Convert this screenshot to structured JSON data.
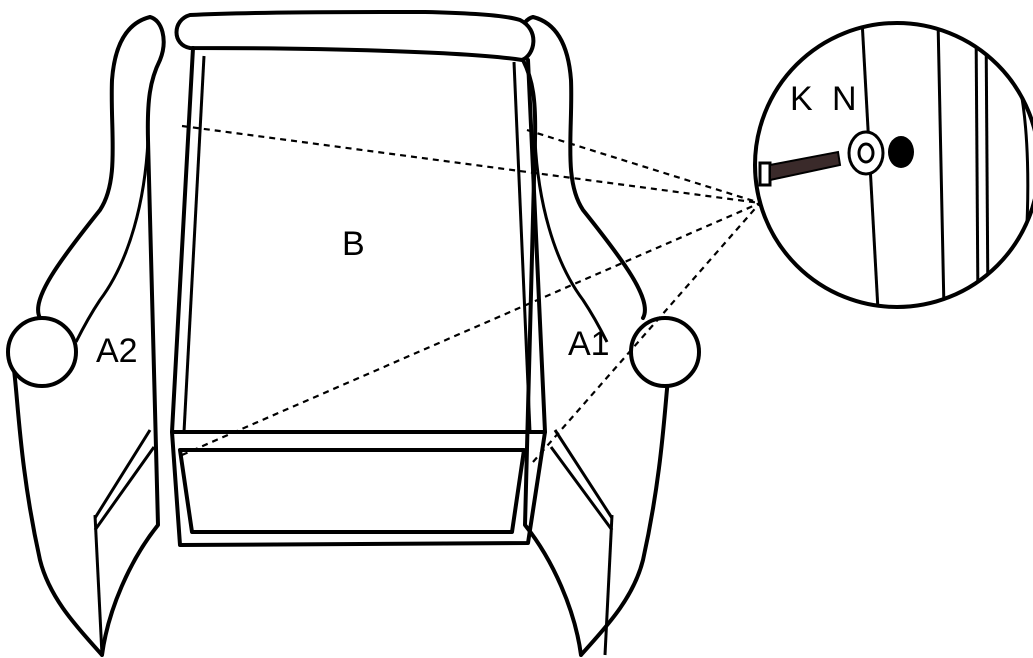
{
  "labels": {
    "backrest": "B",
    "left_arm": "A2",
    "right_arm": "A1",
    "bolt": "K",
    "washer": "N"
  },
  "colors": {
    "line": "#000000",
    "background": "#ffffff"
  }
}
